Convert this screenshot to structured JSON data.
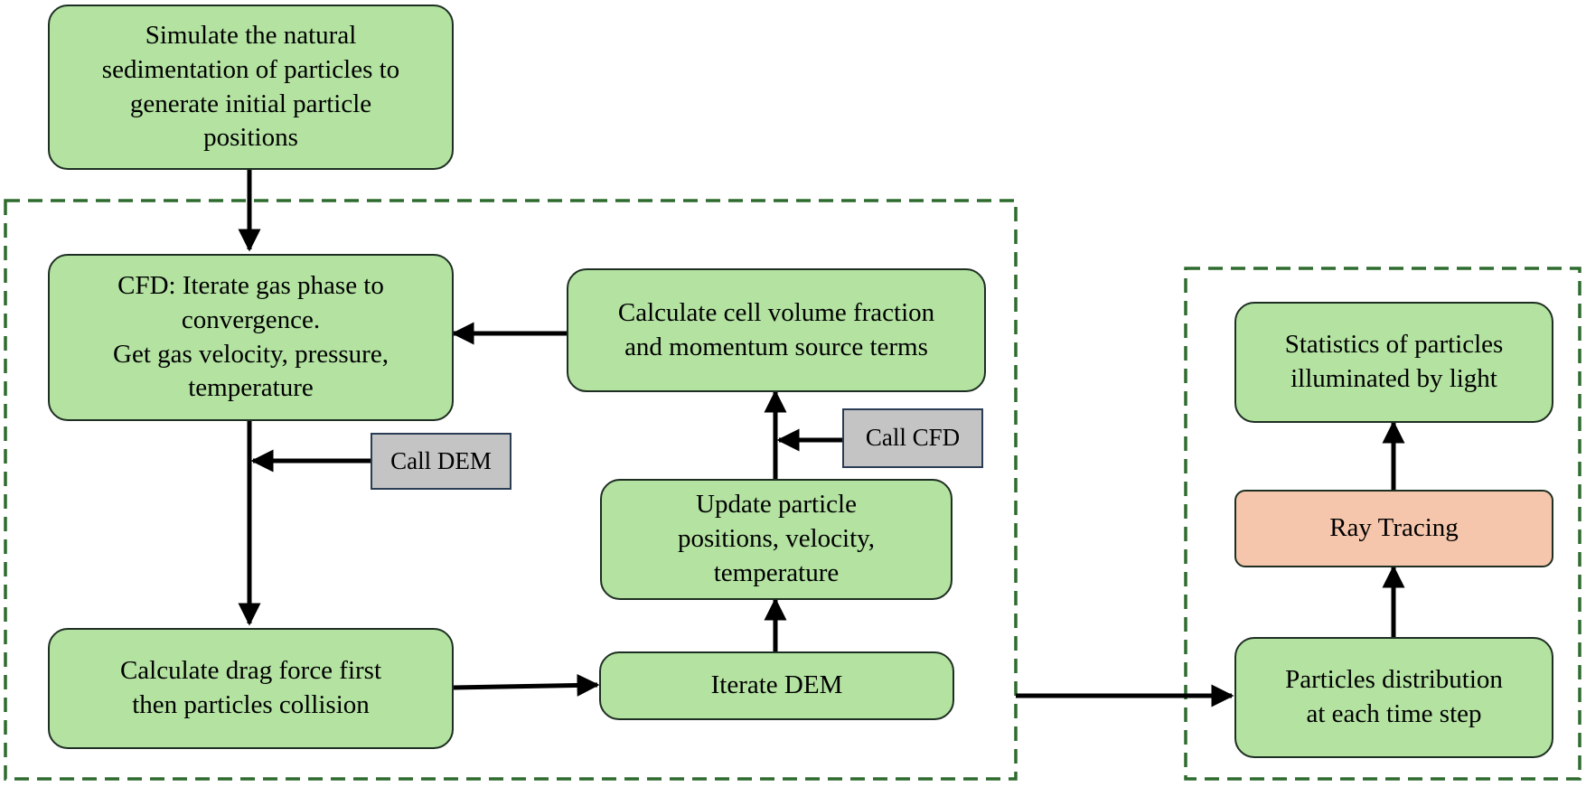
{
  "nodes": {
    "sedimentation": "Simulate the natural\nsedimentation of particles to\ngenerate initial particle\npositions",
    "cfd": "CFD: Iterate gas phase to\nconvergence.\nGet gas velocity, pressure,\ntemperature",
    "volume_fraction": "Calculate cell volume fraction\nand momentum source terms",
    "call_dem": "Call DEM",
    "call_cfd": "Call CFD",
    "update_particles": "Update particle\npositions, velocity,\ntemperature",
    "drag_force": "Calculate drag force first\nthen particles collision",
    "iterate_dem": "Iterate DEM",
    "statistics": "Statistics of particles\nilluminated by light",
    "ray_tracing": "Ray Tracing",
    "distribution": "Particles distribution\nat each time step"
  },
  "colors": {
    "process_fill": "#b3e2a1",
    "ray_tracing_fill": "#f5c6ab",
    "call_fill": "#c4c4c4",
    "dashed_border": "#2e6b2e",
    "arrow": "#000000"
  }
}
